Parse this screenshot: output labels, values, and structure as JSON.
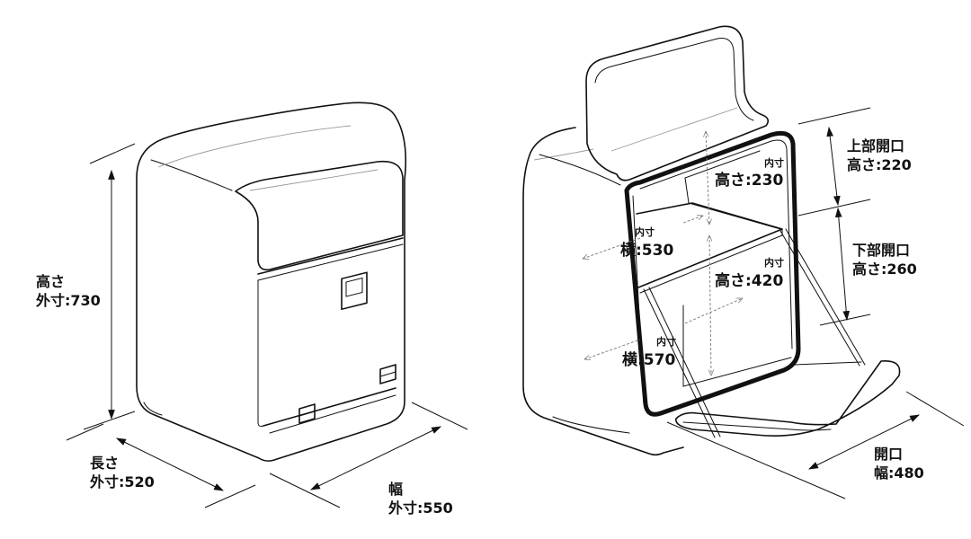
{
  "left_box": {
    "height": {
      "line1": "高さ",
      "line2": "外寸:730"
    },
    "length": {
      "line1": "長さ",
      "line2": "外寸:520"
    },
    "width": {
      "line1": "幅",
      "line2": "外寸:550"
    }
  },
  "right_box": {
    "top_opening": {
      "line1": "上部開口",
      "line2": "高さ:220"
    },
    "bottom_opening": {
      "line1": "下部開口",
      "line2": "高さ:260"
    },
    "front_opening": {
      "line1": "開口",
      "line2": "幅:480"
    },
    "inner_label": "内寸",
    "inner_top_height": "高さ:230",
    "inner_top_width": "横:530",
    "inner_bottom_height": "高さ:420",
    "inner_bottom_width": "横:570"
  }
}
